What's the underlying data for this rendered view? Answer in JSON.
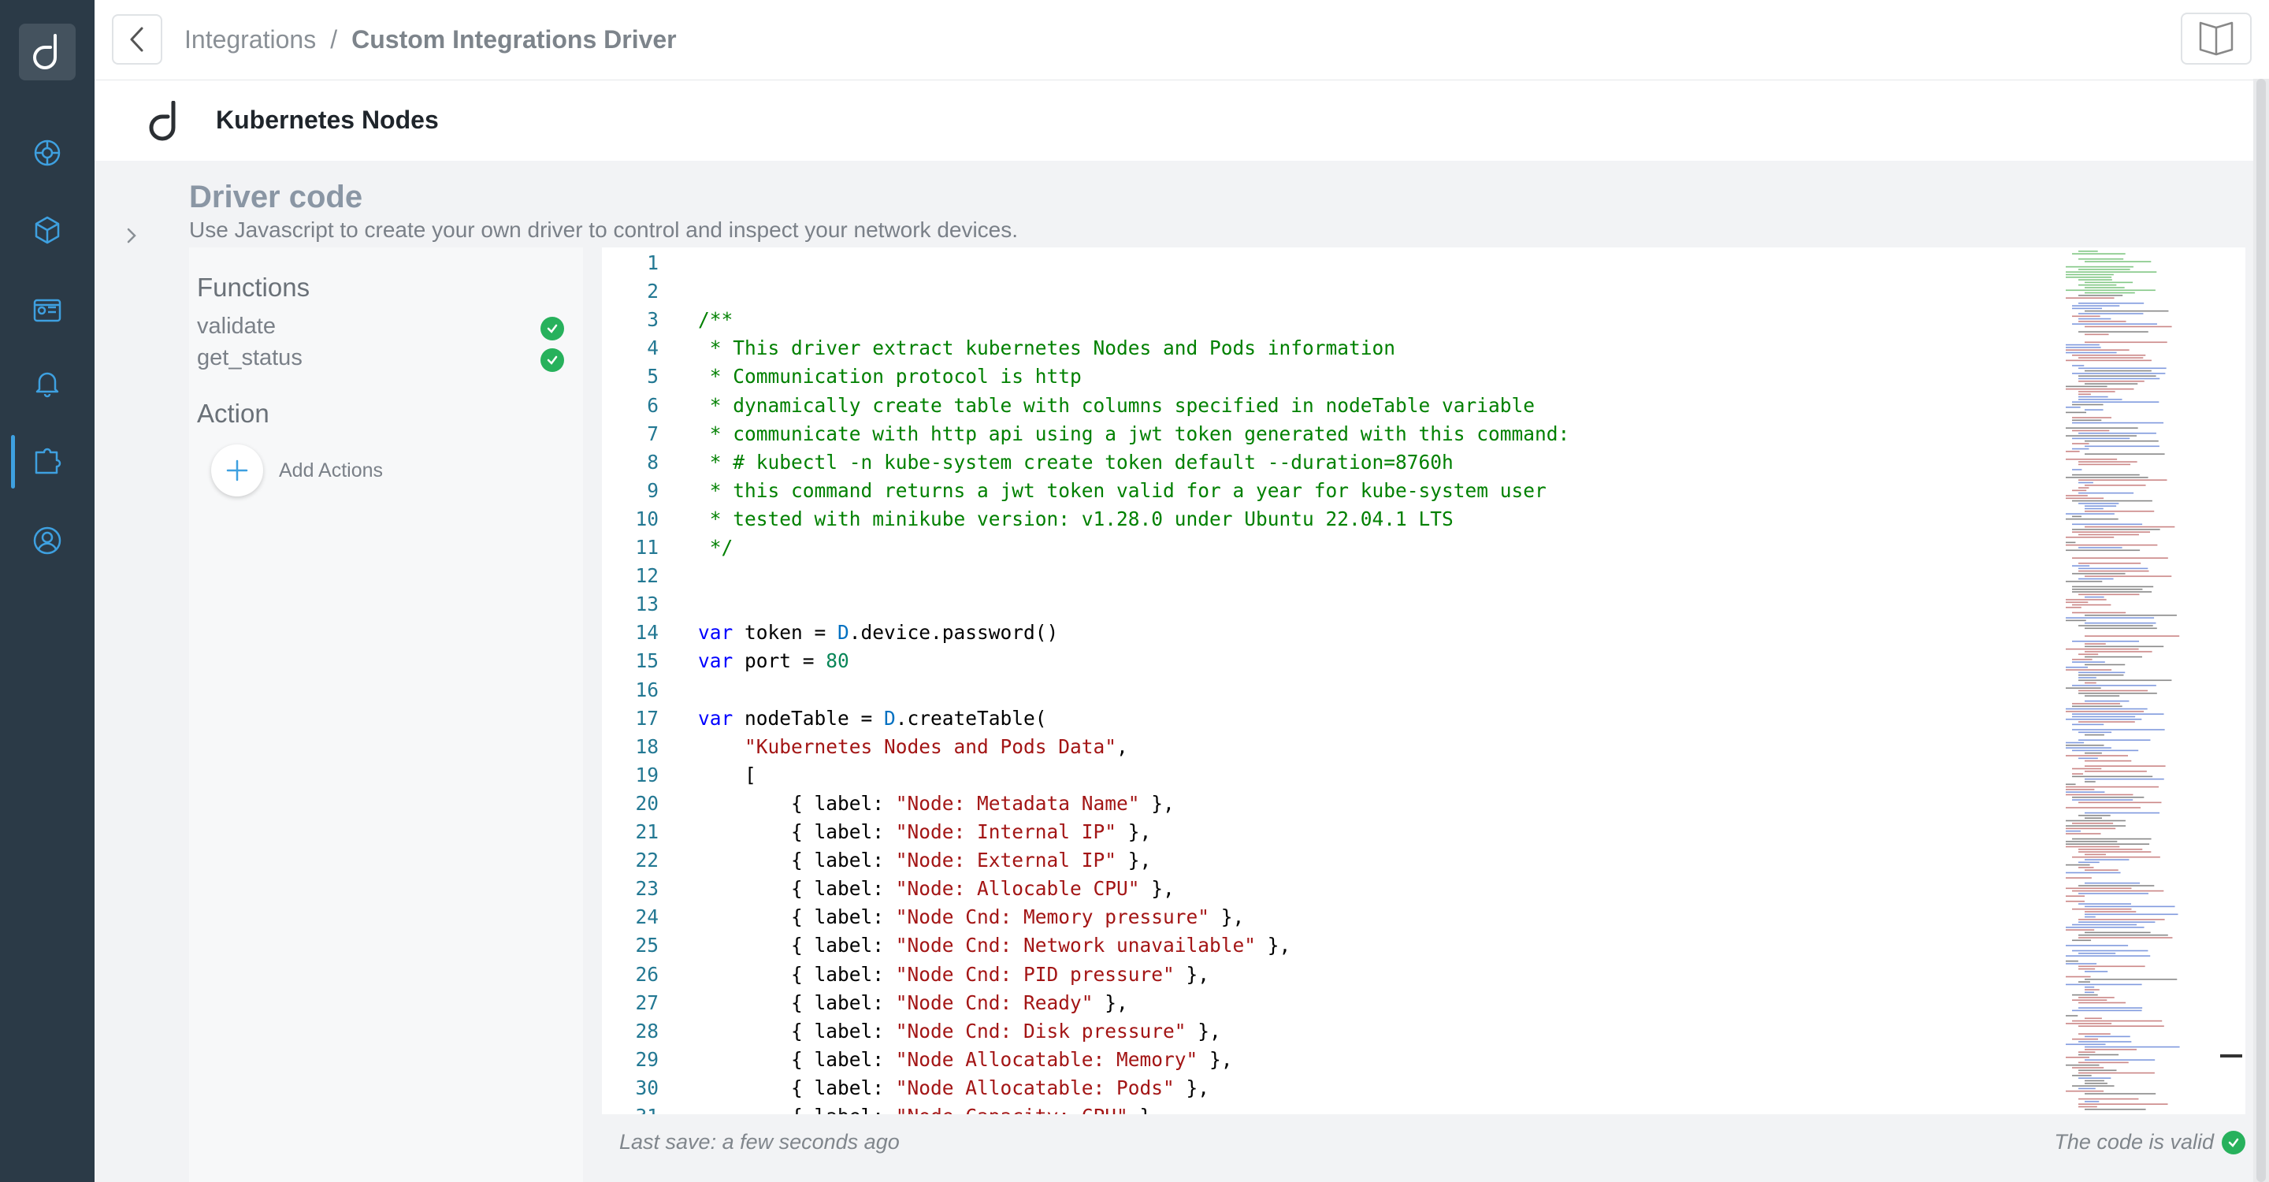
{
  "breadcrumb": {
    "parent": "Integrations",
    "separator": "/",
    "current": "Custom Integrations Driver"
  },
  "driver": {
    "name": "Kubernetes Nodes"
  },
  "section": {
    "title": "Driver code",
    "description": "Use Javascript to create your own driver to control and inspect your network devices."
  },
  "functions": {
    "heading": "Functions",
    "items": [
      {
        "label": "validate",
        "status": "valid"
      },
      {
        "label": "get_status",
        "status": "valid"
      }
    ]
  },
  "action": {
    "heading": "Action",
    "add_label": "Add Actions"
  },
  "editor": {
    "lines": [
      [],
      [],
      [
        [
          "c-com",
          "/**"
        ]
      ],
      [
        [
          "c-com",
          " * This driver extract kubernetes Nodes and Pods information"
        ]
      ],
      [
        [
          "c-com",
          " * Communication protocol is http"
        ]
      ],
      [
        [
          "c-com",
          " * dynamically create table with columns specified in nodeTable variable"
        ]
      ],
      [
        [
          "c-com",
          " * communicate with http api using a jwt token generated with this command:"
        ]
      ],
      [
        [
          "c-com",
          " * # kubectl -n kube-system create token default --duration=8760h"
        ]
      ],
      [
        [
          "c-com",
          " * this command returns a jwt token valid for a year for kube-system user"
        ]
      ],
      [
        [
          "c-com",
          " * tested with minikube version: v1.28.0 under Ubuntu 22.04.1 LTS"
        ]
      ],
      [
        [
          "c-com",
          " */"
        ]
      ],
      [],
      [],
      [
        [
          "c-kw",
          "var"
        ],
        [
          "",
          " token = "
        ],
        [
          "c-obj",
          "D"
        ],
        [
          "",
          ".device.password()"
        ]
      ],
      [
        [
          "c-kw",
          "var"
        ],
        [
          "",
          " port = "
        ],
        [
          "c-num",
          "80"
        ]
      ],
      [],
      [
        [
          "c-kw",
          "var"
        ],
        [
          "",
          " nodeTable = "
        ],
        [
          "c-obj",
          "D"
        ],
        [
          "",
          ".createTable("
        ]
      ],
      [
        [
          "",
          "    "
        ],
        [
          "c-str",
          "\"Kubernetes Nodes and Pods Data\""
        ],
        [
          "",
          ","
        ]
      ],
      [
        [
          "",
          "    ["
        ]
      ],
      [
        [
          "",
          "        { label: "
        ],
        [
          "c-str",
          "\"Node: Metadata Name\""
        ],
        [
          "",
          " },"
        ]
      ],
      [
        [
          "",
          "        { label: "
        ],
        [
          "c-str",
          "\"Node: Internal IP\""
        ],
        [
          "",
          " },"
        ]
      ],
      [
        [
          "",
          "        { label: "
        ],
        [
          "c-str",
          "\"Node: External IP\""
        ],
        [
          "",
          " },"
        ]
      ],
      [
        [
          "",
          "        { label: "
        ],
        [
          "c-str",
          "\"Node: Allocable CPU\""
        ],
        [
          "",
          " },"
        ]
      ],
      [
        [
          "",
          "        { label: "
        ],
        [
          "c-str",
          "\"Node Cnd: Memory pressure\""
        ],
        [
          "",
          " },"
        ]
      ],
      [
        [
          "",
          "        { label: "
        ],
        [
          "c-str",
          "\"Node Cnd: Network unavailable\""
        ],
        [
          "",
          " },"
        ]
      ],
      [
        [
          "",
          "        { label: "
        ],
        [
          "c-str",
          "\"Node Cnd: PID pressure\""
        ],
        [
          "",
          " },"
        ]
      ],
      [
        [
          "",
          "        { label: "
        ],
        [
          "c-str",
          "\"Node Cnd: Ready\""
        ],
        [
          "",
          " },"
        ]
      ],
      [
        [
          "",
          "        { label: "
        ],
        [
          "c-str",
          "\"Node Cnd: Disk pressure\""
        ],
        [
          "",
          " },"
        ]
      ],
      [
        [
          "",
          "        { label: "
        ],
        [
          "c-str",
          "\"Node Allocatable: Memory\""
        ],
        [
          "",
          " },"
        ]
      ],
      [
        [
          "",
          "        { label: "
        ],
        [
          "c-str",
          "\"Node Allocatable: Pods\""
        ],
        [
          "",
          " },"
        ]
      ],
      [
        [
          "",
          "        { label: "
        ],
        [
          "c-str",
          "\"Node Capacity: CPU\""
        ],
        [
          "",
          " },"
        ]
      ]
    ]
  },
  "footer": {
    "last_save": "Last save: a few seconds ago",
    "validity": "The code is valid"
  },
  "colors": {
    "rail": "#2b3a47",
    "accent": "#3ea0e0",
    "valid": "#27b15c"
  }
}
